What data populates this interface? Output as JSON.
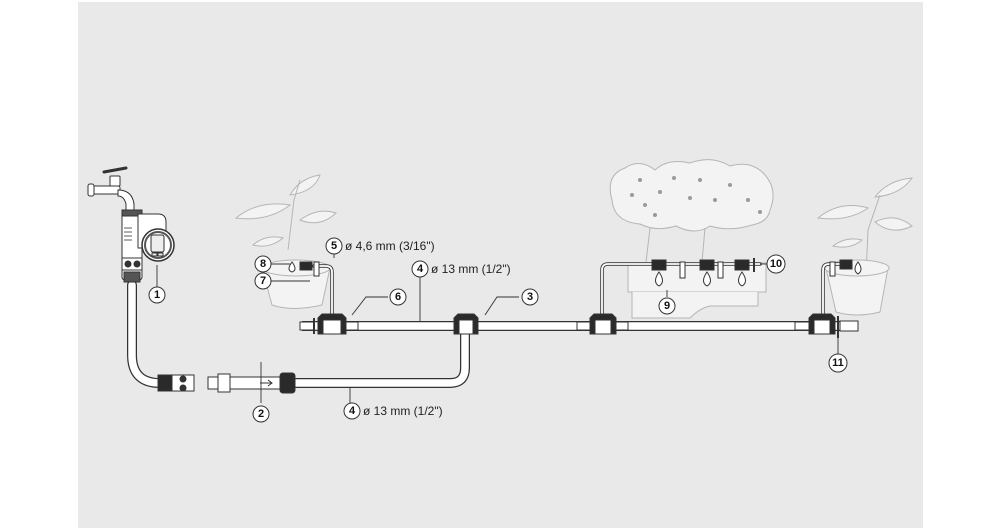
{
  "colors": {
    "panel": "#e9e9e9",
    "line": "#333333",
    "hose_fill": "#ffffff",
    "plant_line": "#b5b5b5",
    "dark_part": "#2a2a2a"
  },
  "callouts": [
    {
      "id": "1",
      "text": "1"
    },
    {
      "id": "2",
      "text": "2"
    },
    {
      "id": "3",
      "text": "3"
    },
    {
      "id": "4a",
      "text": "4",
      "label": "ø 13 mm (1/2\")"
    },
    {
      "id": "4b",
      "text": "4",
      "label": "ø 13 mm (1/2\")"
    },
    {
      "id": "5",
      "text": "5",
      "label": "ø 4,6 mm (3/16\")"
    },
    {
      "id": "6",
      "text": "6"
    },
    {
      "id": "7",
      "text": "7"
    },
    {
      "id": "8",
      "text": "8"
    },
    {
      "id": "9",
      "text": "9"
    },
    {
      "id": "10",
      "text": "10"
    },
    {
      "id": "11",
      "text": "11"
    }
  ],
  "components": [
    "water-timer",
    "tap",
    "hose-connector",
    "main-supply-pipe",
    "t-joint",
    "distribution-pipe",
    "installation-tee",
    "end-cap",
    "drippers",
    "plant-pots",
    "planter-box"
  ]
}
